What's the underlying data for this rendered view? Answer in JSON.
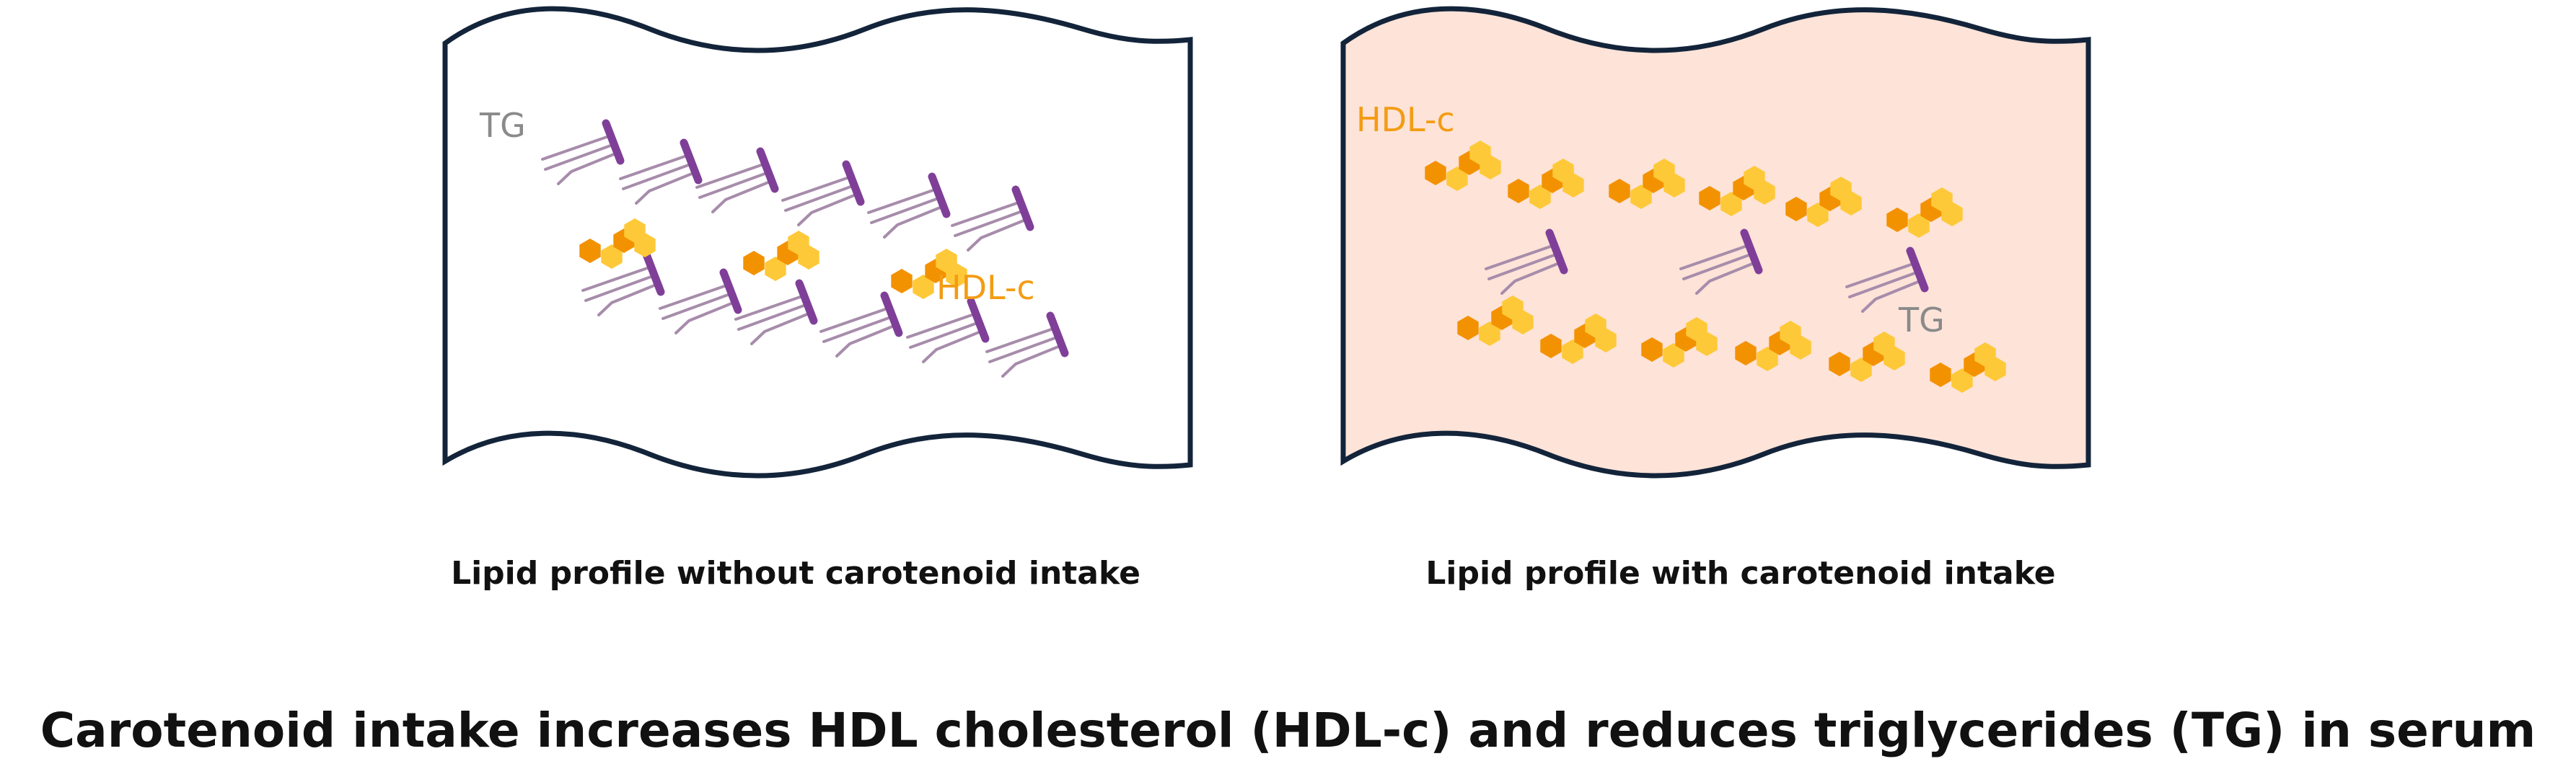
{
  "panels": [
    {
      "id": "without",
      "caption": "Lipid profile without carotenoid intake",
      "fill": "#ffffff",
      "labels": {
        "tg": "TG",
        "hdl": "HDL-c"
      }
    },
    {
      "id": "with",
      "caption": "Lipid profile with carotenoid intake",
      "fill": "#fde3d8",
      "labels": {
        "hdl": "HDL-c",
        "tg": "TG"
      }
    }
  ],
  "main_caption": "Carotenoid intake increases HDL cholesterol (HDL-c) and reduces triglycerides (TG) in serum",
  "colors": {
    "outline": "#13243a",
    "tg_tail": "#a78cab",
    "tg_head": "#7f3f98",
    "hdl_dark": "#f39200",
    "hdl_light": "#fec938",
    "tg_label": "#8a8a8a",
    "hdl_label": "#f39c12"
  },
  "icons": {
    "triglyceride": "triglyceride-icon",
    "hdl": "hdl-cholesterol-icon"
  }
}
